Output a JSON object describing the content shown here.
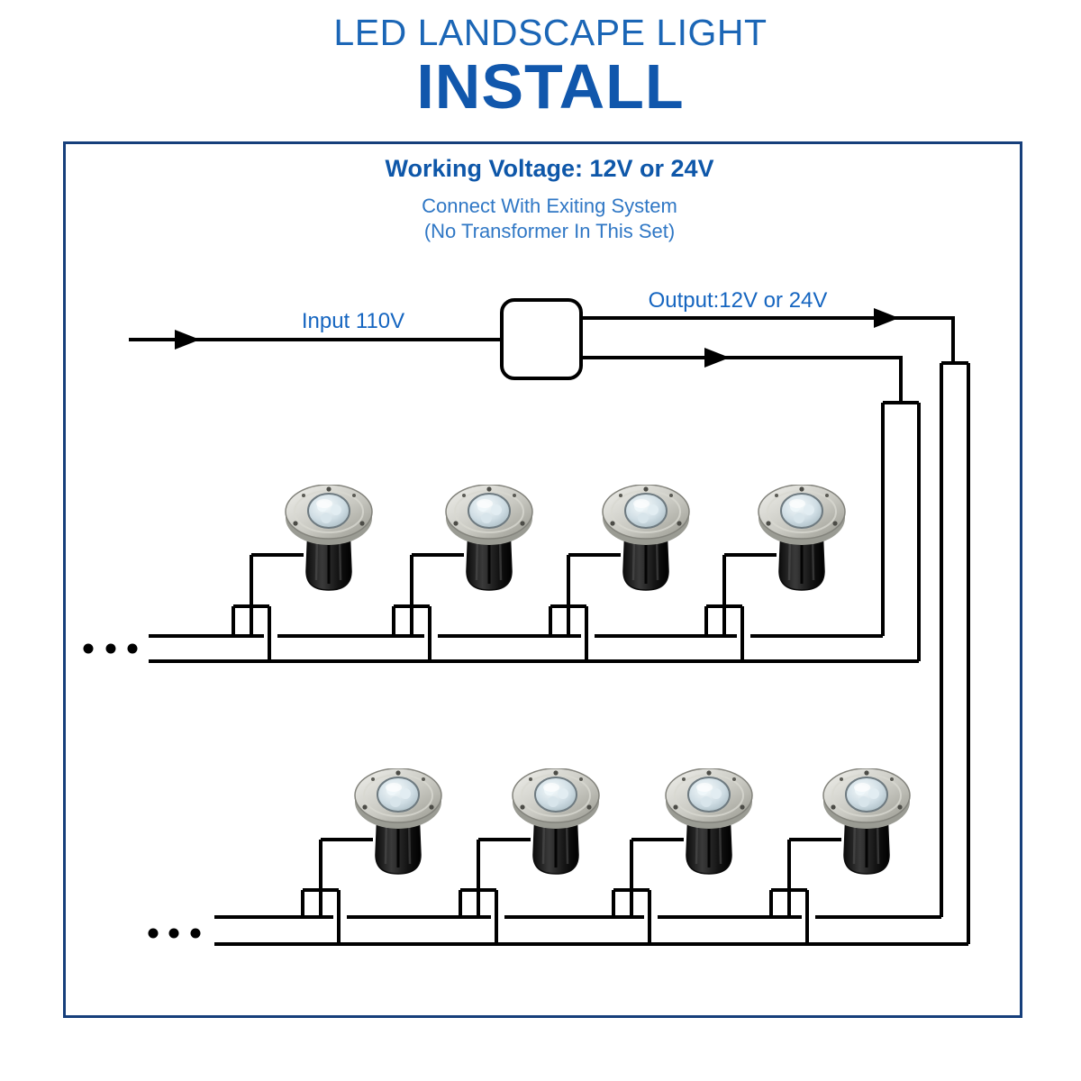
{
  "header": {
    "title": "LED LANDSCAPE LIGHT",
    "subtitle": "INSTALL"
  },
  "panel": {
    "voltage_heading": "Working Voltage: 12V or 24V",
    "note_line1": "Connect With Exiting System",
    "note_line2": "(No Transformer In This Set)"
  },
  "diagram": {
    "input_label": "Input 110V",
    "output_label": "Output:12V or 24V",
    "rows": [
      {
        "name": "row-1",
        "light_count": 4,
        "continuation_dots": 3
      },
      {
        "name": "row-2",
        "light_count": 4,
        "continuation_dots": 3
      }
    ],
    "light_icon": "inground-led-well-light-photo",
    "power_box_icon": "existing-transformer-box"
  },
  "colors": {
    "title_blue": "#1b66b6",
    "install_blue": "#1157ac",
    "heading_blue": "#0e57a9",
    "note_blue": "#2f77c5",
    "label_blue": "#1565c0",
    "panel_border_blue": "#163f7b",
    "wire_black": "#000000"
  }
}
